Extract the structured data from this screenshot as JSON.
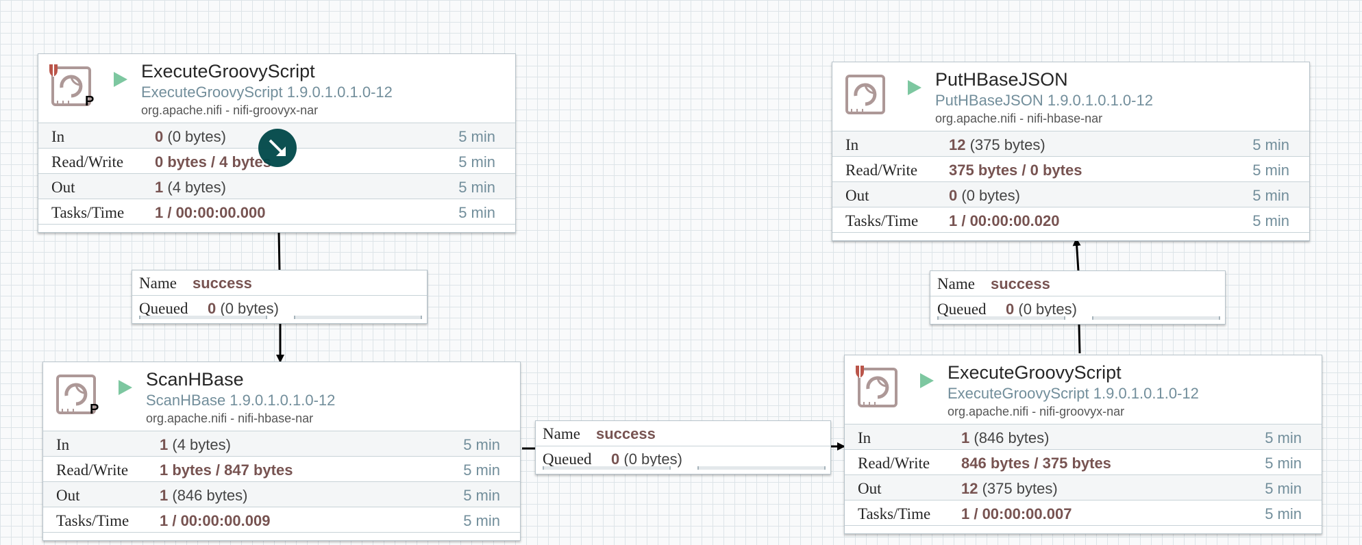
{
  "processors": [
    {
      "name": "ExecuteGroovyScript",
      "type": "ExecuteGroovyScript 1.9.0.1.0.1.0-12",
      "bundle": "org.apache.nifi - nifi-groovyx-nar",
      "badge": "P",
      "has_bulletin": true,
      "stats": [
        {
          "label": "In",
          "value": "0",
          "detail": " (0 bytes)",
          "time": "5 min"
        },
        {
          "label": "Read/Write",
          "value": "0 bytes / 4 bytes",
          "detail": "",
          "time": "5 min"
        },
        {
          "label": "Out",
          "value": "1",
          "detail": " (4 bytes)",
          "time": "5 min"
        },
        {
          "label": "Tasks/Time",
          "value": "1 / 00:00:00.000",
          "detail": "",
          "time": "5 min"
        }
      ]
    },
    {
      "name": "ScanHBase",
      "type": "ScanHBase 1.9.0.1.0.1.0-12",
      "bundle": "org.apache.nifi - nifi-hbase-nar",
      "badge": "P",
      "has_bulletin": false,
      "stats": [
        {
          "label": "In",
          "value": "1",
          "detail": " (4 bytes)",
          "time": "5 min"
        },
        {
          "label": "Read/Write",
          "value": "1 bytes / 847 bytes",
          "detail": "",
          "time": "5 min"
        },
        {
          "label": "Out",
          "value": "1",
          "detail": " (846 bytes)",
          "time": "5 min"
        },
        {
          "label": "Tasks/Time",
          "value": "1 / 00:00:00.009",
          "detail": "",
          "time": "5 min"
        }
      ]
    },
    {
      "name": "PutHBaseJSON",
      "type": "PutHBaseJSON 1.9.0.1.0.1.0-12",
      "bundle": "org.apache.nifi - nifi-hbase-nar",
      "badge": "",
      "has_bulletin": false,
      "stats": [
        {
          "label": "In",
          "value": "12",
          "detail": " (375 bytes)",
          "time": "5 min"
        },
        {
          "label": "Read/Write",
          "value": "375 bytes / 0 bytes",
          "detail": "",
          "time": "5 min"
        },
        {
          "label": "Out",
          "value": "0",
          "detail": " (0 bytes)",
          "time": "5 min"
        },
        {
          "label": "Tasks/Time",
          "value": "1 / 00:00:00.020",
          "detail": "",
          "time": "5 min"
        }
      ]
    },
    {
      "name": "ExecuteGroovyScript",
      "type": "ExecuteGroovyScript 1.9.0.1.0.1.0-12",
      "bundle": "org.apache.nifi - nifi-groovyx-nar",
      "badge": "",
      "has_bulletin": true,
      "stats": [
        {
          "label": "In",
          "value": "1",
          "detail": " (846 bytes)",
          "time": "5 min"
        },
        {
          "label": "Read/Write",
          "value": "846 bytes / 375 bytes",
          "detail": "",
          "time": "5 min"
        },
        {
          "label": "Out",
          "value": "12",
          "detail": " (375 bytes)",
          "time": "5 min"
        },
        {
          "label": "Tasks/Time",
          "value": "1 / 00:00:00.007",
          "detail": "",
          "time": "5 min"
        }
      ]
    }
  ],
  "connections": [
    {
      "name_label": "Name",
      "name": "success",
      "queued_label": "Queued",
      "queued_count": "0",
      "queued_size": " (0 bytes)"
    },
    {
      "name_label": "Name",
      "name": "success",
      "queued_label": "Queued",
      "queued_count": "0",
      "queued_size": " (0 bytes)"
    },
    {
      "name_label": "Name",
      "name": "success",
      "queued_label": "Queued",
      "queued_count": "0",
      "queued_size": " (0 bytes)"
    }
  ],
  "colors": {
    "canvas": "#f9fafb",
    "grid": "#dde4e8",
    "run_icon": "#7dc7a0",
    "bulletin": "#ba554a",
    "stat_value": "#775351",
    "type_text": "#728e9b",
    "spinner": "#004849"
  }
}
